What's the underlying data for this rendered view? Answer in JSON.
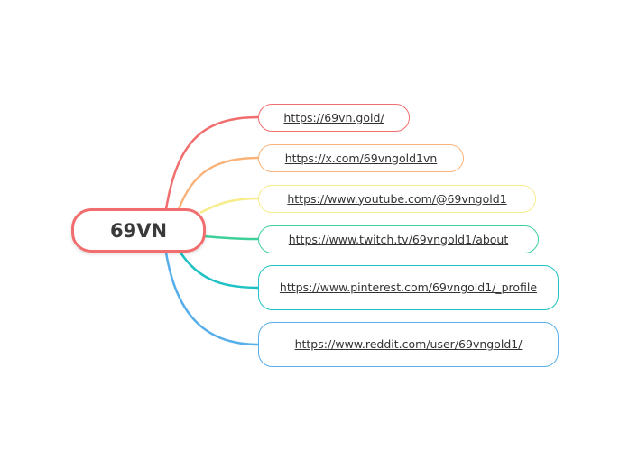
{
  "central": {
    "label": "69VN",
    "color": "#f26d6d"
  },
  "branches": [
    {
      "label": "https://69vn.gold/",
      "color": "#f26d6d"
    },
    {
      "label": "https://x.com/69vngold1vn",
      "color": "#f9b37a"
    },
    {
      "label": "https://www.youtube.com/@69vngold1",
      "color": "#f7ec8c"
    },
    {
      "label": "https://www.twitch.tv/69vngold1/about",
      "color": "#3fcf9a"
    },
    {
      "label": "https://www.pinterest.com/69vngold1/_profile",
      "color": "#1fc1c3"
    },
    {
      "label": "https://www.reddit.com/user/69vngold1/",
      "color": "#56aeea"
    }
  ]
}
